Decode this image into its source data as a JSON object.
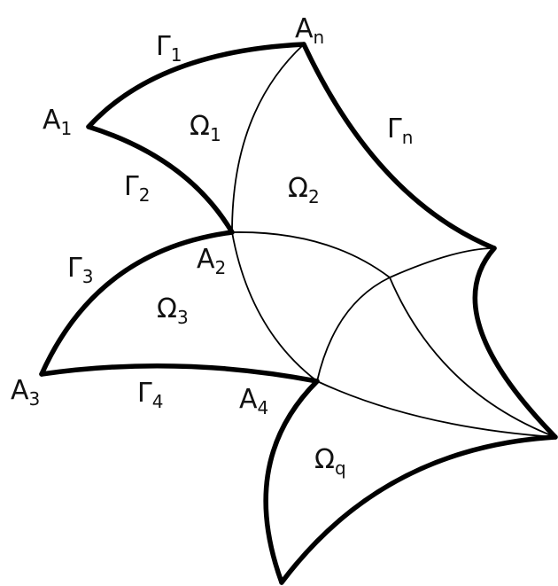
{
  "diagram": {
    "vertices": [
      {
        "id": "A1",
        "base": "A",
        "sub": "1"
      },
      {
        "id": "An",
        "base": "A",
        "sub": "n"
      },
      {
        "id": "A2",
        "base": "A",
        "sub": "2"
      },
      {
        "id": "A3",
        "base": "A",
        "sub": "3"
      },
      {
        "id": "A4",
        "base": "A",
        "sub": "4"
      }
    ],
    "boundaries": [
      {
        "id": "Gamma1",
        "base": "Γ",
        "sub": "1"
      },
      {
        "id": "Gamma2",
        "base": "Γ",
        "sub": "2"
      },
      {
        "id": "Gamma3",
        "base": "Γ",
        "sub": "3"
      },
      {
        "id": "Gamma4",
        "base": "Γ",
        "sub": "4"
      },
      {
        "id": "GammaN",
        "base": "Γ",
        "sub": "n"
      }
    ],
    "regions": [
      {
        "id": "Omega1",
        "base": "Ω",
        "sub": "1"
      },
      {
        "id": "Omega2",
        "base": "Ω",
        "sub": "2"
      },
      {
        "id": "Omega3",
        "base": "Ω",
        "sub": "3"
      },
      {
        "id": "OmegaQ",
        "base": "Ω",
        "sub": "q"
      }
    ]
  }
}
